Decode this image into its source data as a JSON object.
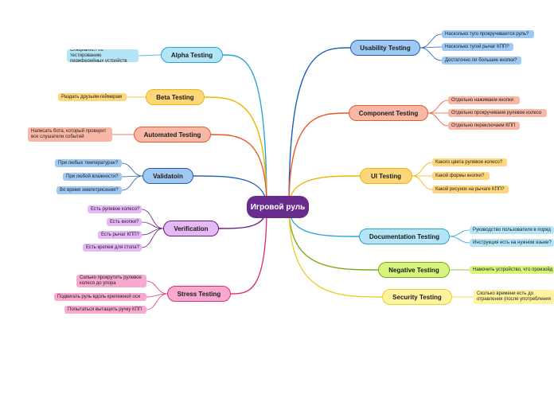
{
  "center": "Игровой руль",
  "branches": {
    "alpha": {
      "label": "Alpha Testing",
      "leaves": [
        "Специалист по тестированию периферийных устройств"
      ]
    },
    "beta": {
      "label": "Beta Testing",
      "leaves": [
        "Раздать друзьям-геймерам"
      ]
    },
    "automated": {
      "label": "Automated Testing",
      "leaves": [
        "Написать бота, который проверит все слушатели событий"
      ]
    },
    "validation": {
      "label": "Validatoin",
      "leaves": [
        "При любых температурах?",
        "При любой влажности?",
        "Во время землетрясения?"
      ]
    },
    "verification": {
      "label": "Verification",
      "leaves": [
        "Есть рулевое колесо?",
        "Есть кнопки?",
        "Есть рычаг КПП?",
        "Есть крепеж для стола?"
      ]
    },
    "stress": {
      "label": "Stress Testing",
      "leaves": [
        "Сильно прокрутить рулевое колесо до упора",
        "Подвигать руль вдоль крепежной оси",
        "Попытаться вытащить ручку КПП"
      ]
    },
    "usability": {
      "label": "Usability Testing",
      "leaves": [
        "Насколько туго прокручивается руль?",
        "Насколько тугой рычаг КПП?",
        "Достаточно ли большие кнопки?"
      ]
    },
    "component": {
      "label": "Component Testing",
      "leaves": [
        "Отдельно нажимаем кнопки",
        "Отдельно прокручиваем рулевое колесо",
        "Отдельно переключаем КПП"
      ]
    },
    "ui": {
      "label": "UI Testing",
      "leaves": [
        "Какого цвета рулевое колесо?",
        "Какой формы кнопки?",
        "Какой рисунок на рычаге КПП?"
      ]
    },
    "documentation": {
      "label": "Documentation Testing",
      "leaves": [
        "Руководство пользователя в поряд",
        "Инструкция есть на нужном языке?"
      ]
    },
    "negative": {
      "label": "Negative Testing",
      "leaves": [
        "Намочить устройство, что произойд"
      ]
    },
    "security": {
      "label": "Security Testing",
      "leaves": [
        "Сколько времени есть до отравления (после употребления"
      ]
    }
  },
  "colors": {
    "center": "#6a2c8c",
    "alpha": "#b3e5f7",
    "alpha_line": "#29a3d8",
    "beta": "#fdd77a",
    "beta_line": "#f0b300",
    "automated": "#f9b8a6",
    "automated_line": "#e8592e",
    "validation": "#9fc8f3",
    "validation_line": "#1f5fb4",
    "verification": "#e6b8f5",
    "verification_line": "#6a1f7a",
    "stress": "#f7a9cf",
    "stress_line": "#e0307c",
    "usability": "#9fc8f3",
    "usability_line": "#1f5fb4",
    "component": "#f9b8a6",
    "component_line": "#e8592e",
    "ui": "#fdd77a",
    "ui_line": "#f0b300",
    "documentation": "#b3e5f7",
    "documentation_line": "#29a3d8",
    "negative": "#d6f57a",
    "negative_line": "#7aaa1a",
    "security": "#fff3a0",
    "security_line": "#e8d230"
  }
}
